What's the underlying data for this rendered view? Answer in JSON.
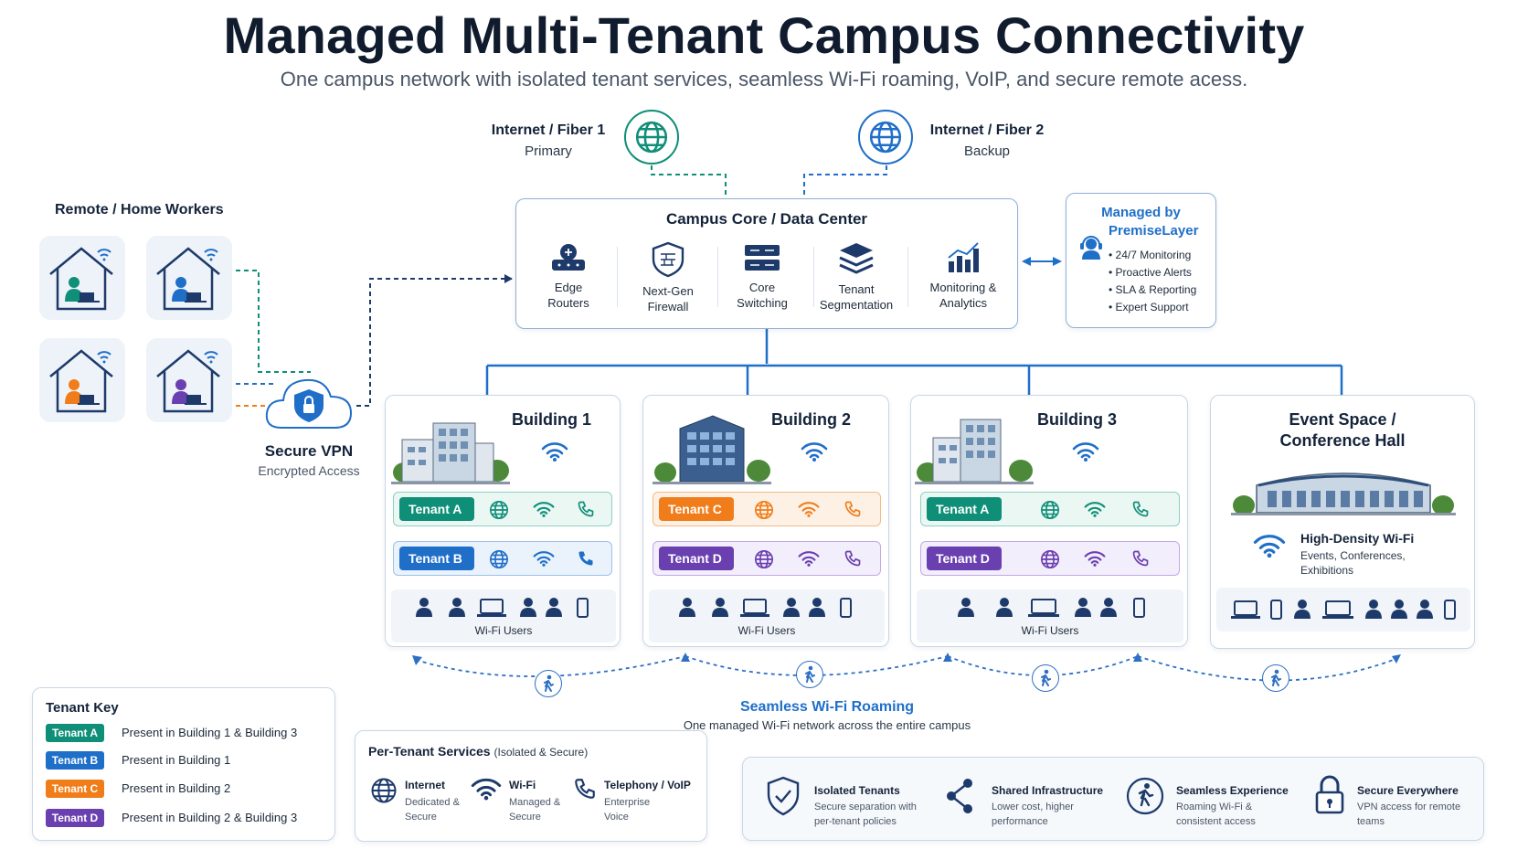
{
  "title": "Managed Multi-Tenant Campus Connectivity",
  "subtitle": "One campus network with isolated tenant services, seamless Wi-Fi roaming, VoIP, and secure remote acess.",
  "internet": {
    "fiber1": {
      "label": "Internet / Fiber 1",
      "sub": "Primary"
    },
    "fiber2": {
      "label": "Internet / Fiber 2",
      "sub": "Backup"
    }
  },
  "remote": {
    "title": "Remote / Home Workers",
    "vpn_title": "Secure VPN",
    "vpn_sub": "Encrypted Access"
  },
  "core": {
    "title": "Campus Core / Data Center",
    "items": [
      {
        "l1": "Edge",
        "l2": "Routers"
      },
      {
        "l1": "Next-Gen",
        "l2": "Firewall"
      },
      {
        "l1": "Core",
        "l2": "Switching"
      },
      {
        "l1": "Tenant",
        "l2": "Segmentation"
      },
      {
        "l1": "Monitoring &",
        "l2": "Analytics"
      }
    ]
  },
  "managed": {
    "title1": "Managed by",
    "title2": "PremiseLayer",
    "bullets": [
      "• 24/7 Monitoring",
      "• Proactive Alerts",
      "• SLA & Reporting",
      "• Expert Support"
    ]
  },
  "buildings": [
    {
      "title": "Building 1",
      "tenants": [
        "Tenant A",
        "Tenant B"
      ],
      "users_label": "Wi-Fi Users"
    },
    {
      "title": "Building 2",
      "tenants": [
        "Tenant C",
        "Tenant D"
      ],
      "users_label": "Wi-Fi Users"
    },
    {
      "title": "Building 3",
      "tenants": [
        "Tenant A",
        "Tenant D"
      ],
      "users_label": "Wi-Fi Users"
    }
  ],
  "event": {
    "title1": "Event Space /",
    "title2": "Conference Hall",
    "wifi_title": "High-Density Wi-Fi",
    "wifi_sub1": "Events, Conferences,",
    "wifi_sub2": "Exhibitions"
  },
  "roaming": {
    "title": "Seamless Wi-Fi Roaming",
    "sub": "One managed Wi-Fi network across the entire campus"
  },
  "tenant_key": {
    "title": "Tenant Key",
    "items": [
      {
        "name": "Tenant A",
        "desc": "Present in Building 1 & Building 3",
        "color": "#0f8f78"
      },
      {
        "name": "Tenant B",
        "desc": "Present in Building 1",
        "color": "#1f6fc9"
      },
      {
        "name": "Tenant C",
        "desc": "Present in Building 2",
        "color": "#f07d1a"
      },
      {
        "name": "Tenant D",
        "desc": "Present in Building 2 & Building 3",
        "color": "#6a3fb0"
      }
    ]
  },
  "services": {
    "title": "Per-Tenant Services",
    "title_note": "(Isolated & Secure)",
    "items": [
      {
        "name": "Internet",
        "d1": "Dedicated &",
        "d2": "Secure"
      },
      {
        "name": "Wi-Fi",
        "d1": "Managed &",
        "d2": "Secure"
      },
      {
        "name": "Telephony / VoIP",
        "d1": "Enterprise",
        "d2": "Voice"
      }
    ]
  },
  "features": [
    {
      "name": "Isolated Tenants",
      "d1": "Secure separation with",
      "d2": "per-tenant policies"
    },
    {
      "name": "Shared Infrastructure",
      "d1": "Lower cost, higher",
      "d2": "performance"
    },
    {
      "name": "Seamless Experience",
      "d1": "Roaming Wi-Fi &",
      "d2": "consistent access"
    },
    {
      "name": "Secure Everywhere",
      "d1": "VPN access for remote",
      "d2": "teams"
    }
  ],
  "colors": {
    "teal": "#0f8f78",
    "blue": "#1f6fc9",
    "orange": "#f07d1a",
    "purple": "#6a3fb0",
    "navy": "#1d3a6b",
    "accent": "#2d6fc4"
  },
  "icons": [
    "globe-icon",
    "wifi-icon",
    "phone-icon",
    "router-icon",
    "firewall-icon",
    "switch-icon",
    "layers-icon",
    "bar-chart-icon",
    "headset-icon",
    "shield-lock-icon",
    "cloud-icon",
    "house-icon",
    "user-icon",
    "laptop-icon",
    "mobile-icon",
    "walking-person-icon",
    "share-icon",
    "padlock-icon",
    "building-icon"
  ]
}
